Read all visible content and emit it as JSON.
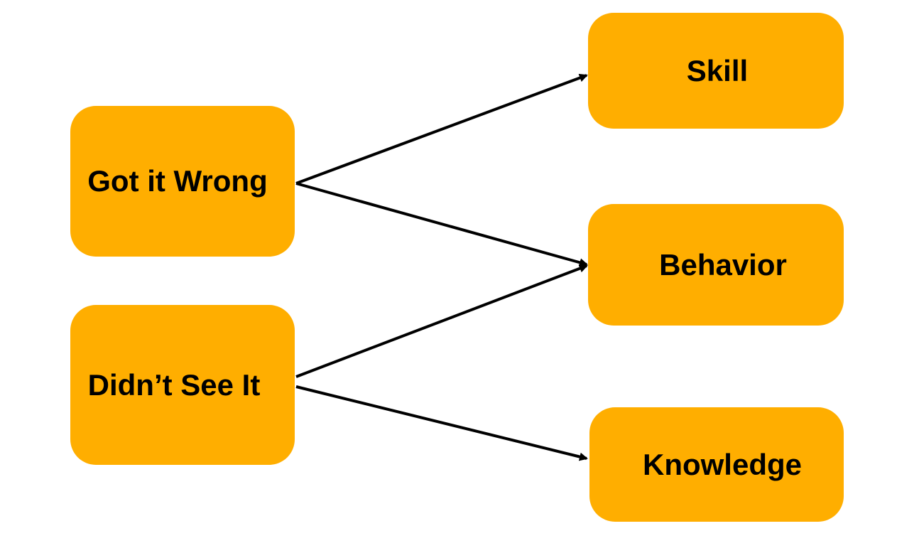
{
  "colors": {
    "node_fill": "#FFAE00",
    "arrow": "#000000",
    "text": "#000000"
  },
  "nodes": {
    "got_it_wrong": "Got it Wrong",
    "didnt_see_it": "Didn’t See It",
    "skill": "Skill",
    "behavior": "Behavior",
    "knowledge": "Knowledge"
  },
  "edges": [
    {
      "from": "Got it Wrong",
      "to": "Skill"
    },
    {
      "from": "Got it Wrong",
      "to": "Behavior"
    },
    {
      "from": "Didn’t See It",
      "to": "Behavior"
    },
    {
      "from": "Didn’t See It",
      "to": "Knowledge"
    }
  ]
}
